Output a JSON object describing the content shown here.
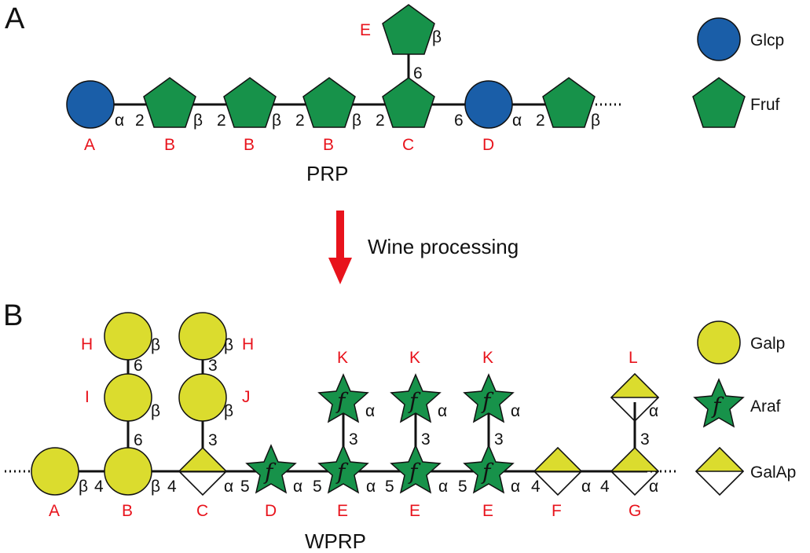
{
  "panel_a": {
    "letter": "A",
    "caption": "PRP",
    "residue_labels": [
      "A",
      "B",
      "B",
      "B",
      "C",
      "D",
      "E"
    ],
    "linkage_labels": [
      "α",
      "2",
      "β",
      "2",
      "β",
      "2",
      "β",
      "2",
      "6",
      "α",
      "2",
      "β",
      "β",
      "6"
    ]
  },
  "arrow": {
    "label": "Wine processing",
    "color": "#e8131c"
  },
  "panel_b": {
    "letter": "B",
    "caption": "WPRP",
    "residue_labels": [
      "A",
      "B",
      "C",
      "D",
      "E",
      "E",
      "E",
      "F",
      "G",
      "H",
      "H",
      "I",
      "J",
      "K",
      "K",
      "K",
      "L"
    ],
    "linkage_labels": [
      "β",
      "4",
      "β",
      "4",
      "α",
      "5",
      "α",
      "5",
      "α",
      "5",
      "α",
      "5",
      "α",
      "4",
      "α",
      "4",
      "α",
      "β",
      "6",
      "β",
      "6",
      "β",
      "3",
      "β",
      "3",
      "α",
      "3",
      "α",
      "3",
      "α",
      "3",
      "α",
      "3"
    ]
  },
  "legend_a": [
    {
      "name": "Glcp",
      "icon": "blue-circle",
      "color": "#1a5ea8"
    },
    {
      "name": "Fruf",
      "icon": "green-pentagon",
      "color": "#17924a"
    }
  ],
  "legend_b": [
    {
      "name": "Galp",
      "icon": "yellow-circle",
      "color": "#dbdc2e"
    },
    {
      "name": "Araf",
      "icon": "green-star",
      "color": "#17924a"
    },
    {
      "name": "GalAp",
      "icon": "half-yellow-diamond",
      "color": "#dbdc2e"
    }
  ]
}
